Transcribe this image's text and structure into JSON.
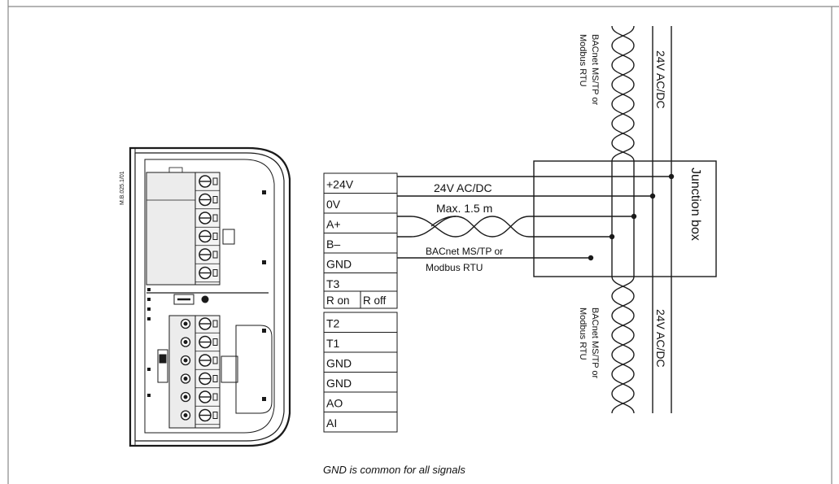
{
  "drawing_code": "M.B.025.1/01",
  "terminals_top": [
    "+24V",
    "0V",
    "A+",
    "B–",
    "GND",
    "T3"
  ],
  "switch": {
    "on": "R on",
    "off": "R off"
  },
  "terminals_bottom": [
    "T2",
    "T1",
    "GND",
    "GND",
    "AO",
    "AI"
  ],
  "wire_labels": {
    "power": "24V AC/DC",
    "length": "Max. 1.5 m",
    "bus_line1": "BACnet MS/TP or",
    "bus_line2": "Modbus RTU"
  },
  "junction_box": "Junction box",
  "bus_top": {
    "line1": "BACnet MS/TP or",
    "line2": "Modbus RTU",
    "power": "24V AC/DC"
  },
  "bus_bottom": {
    "line1": "BACnet MS/TP or",
    "line2": "Modbus RTU",
    "power": "24V AC/DC"
  },
  "footnote": "GND is common for all signals",
  "colors": {
    "line": "#1a1a1a",
    "device_fill": "#e9e9e9",
    "device_dark": "#222222"
  }
}
